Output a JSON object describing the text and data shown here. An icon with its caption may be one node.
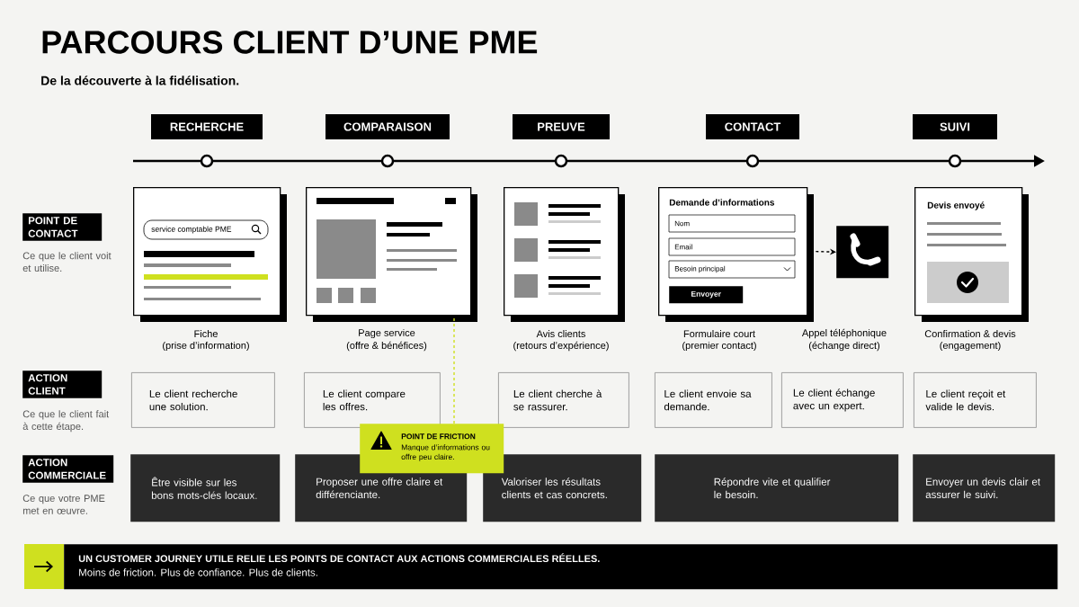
{
  "diagram": {
    "title": "PARCOURS CLIENT D’UNE PME",
    "nodes": [
      {
        "text": [
          "RECHERCHE"
        ]
      },
      {
        "text": [
          "COMPARAISON"
        ]
      },
      {
        "text": [
          "PREUVE"
        ]
      },
      {
        "text": [
          "CONTACT"
        ]
      },
      {
        "text": [
          "SUIVI"
        ]
      },
      {
        "text": [
          "POINT DE CONTACT"
        ],
        "beside": [
          "Ce que le client voit et utilise."
        ]
      },
      {
        "text": [
          "service comptable PME"
        ],
        "beside": [
          "Fiche",
          "(prise d’information)"
        ]
      },
      {
        "text": [],
        "shape": "box",
        "beside": [
          "Page service",
          "(offre & bénéfices)"
        ]
      },
      {
        "text": [],
        "shape": "box",
        "beside": [
          "Avis clients",
          "(retours d’expérience)"
        ]
      },
      {
        "text": [
          "Demande d’informations",
          "Nom",
          "Email",
          "Besoin principal",
          "Envoyer"
        ],
        "beside": [
          "Formulaire court",
          "(premier contact)"
        ]
      },
      {
        "text": [],
        "shape": "box",
        "beside": [
          "Appel téléphonique",
          "(échange direct)"
        ]
      },
      {
        "text": [
          "Devis envoyé"
        ],
        "beside": [
          "Confirmation & devis",
          "(engagement)"
        ]
      },
      {
        "text": [
          "ACTION CLIENT"
        ],
        "beside": [
          "Ce que le client fait à cette étape."
        ]
      },
      {
        "text": [
          "Le client recherche une solution."
        ]
      },
      {
        "text": [
          "Le client compare les offres."
        ]
      },
      {
        "text": [
          "Le client cherche à se rassurer."
        ]
      },
      {
        "text": [
          "Le client envoie sa demande."
        ]
      },
      {
        "text": [
          "Le client échange avec un expert."
        ]
      },
      {
        "text": [
          "Le client reçoit et valide le devis."
        ]
      },
      {
        "text": [
          "POINT DE FRICTION",
          "Manque d’informations ou offre peu claire."
        ]
      },
      {
        "text": [
          "ACTION COMMERCIALE"
        ],
        "beside": [
          "Ce que votre PME met en œuvre."
        ]
      },
      {
        "text": [
          "Être visible sur les bons mots-clés locaux."
        ]
      },
      {
        "text": [
          "Proposer une offre claire et différenciante."
        ]
      },
      {
        "text": [
          "Valoriser les résultats clients et cas concrets."
        ]
      },
      {
        "text": [
          "Répondre vite et qualifier le besoin."
        ]
      },
      {
        "text": [
          "Envoyer un devis clair et assurer le suivi."
        ]
      },
      {
        "text": [
          "UN CUSTOMER JOURNEY UTILE RELIE LES POINTS DE CONTACT AUX ACTIONS COMMERCIALES RÉELLES.",
          "Moins de friction. Plus de confiance. Plus de clients."
        ]
      }
    ],
    "edges": [
      {
        "from": 9,
        "to": 10,
        "arrow": "to",
        "style": "dashed"
      },
      {
        "from": 19,
        "to": 7,
        "arrow": "none",
        "style": "dashed",
        "color": "#cfe01f"
      }
    ],
    "labels": [
      "De la découverte à la fidélisation."
    ]
  }
}
